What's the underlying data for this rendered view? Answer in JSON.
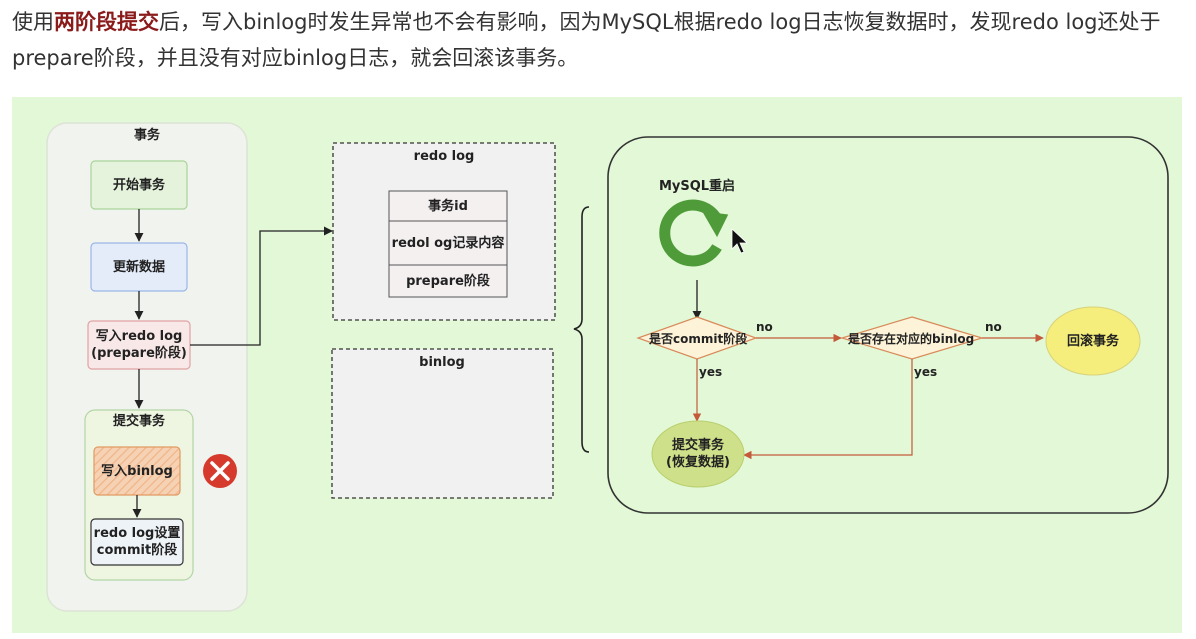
{
  "intro": {
    "prefix": "使用",
    "highlight": "两阶段提交",
    "suffix": "后，写入binlog时发生异常也不会有影响，因为MySQL根据redo log日志恢复数据时，发现redo log还处于prepare阶段，并且没有对应binlog日志，就会回滚该事务。"
  },
  "transaction_panel": {
    "title": "事务",
    "step_start": "开始事务",
    "step_update": "更新数据",
    "step_write_redo_line1": "写入redo log",
    "step_write_redo_line2": "(prepare阶段)",
    "commit_group": {
      "title": "提交事务",
      "step_write_binlog": "写入binlog",
      "step_set_commit_line1": "redo log设置",
      "step_set_commit_line2": "commit阶段"
    }
  },
  "redo_log_panel": {
    "title": "redo log",
    "rows": [
      "事务id",
      "redol og记录内容",
      "prepare阶段"
    ]
  },
  "binlog_panel": {
    "title": "binlog"
  },
  "recovery_panel": {
    "title": "MySQL重启",
    "decision_commit": "是否commit阶段",
    "decision_binlog": "是否存在对应的binlog",
    "label_no_1": "no",
    "label_no_2": "no",
    "label_yes_1": "yes",
    "label_yes_2": "yes",
    "result_rollback": "回滚事务",
    "result_commit_line1": "提交事务",
    "result_commit_line2": "(恢复数据)"
  },
  "colors": {
    "canvas_bg": "#e2f8d6",
    "panel_bg": "#f1f3ee",
    "error_red": "#d63a2c",
    "restart_green": "#4f9b3a",
    "rollback_yellow": "#f5ee7c",
    "commit_result_green": "#cfe08a",
    "highlight_text": "#8b1a1a"
  },
  "icons": {
    "error": "error-x-circle-icon",
    "restart": "restart-circular-arrow-icon",
    "cursor": "mouse-cursor-icon"
  }
}
